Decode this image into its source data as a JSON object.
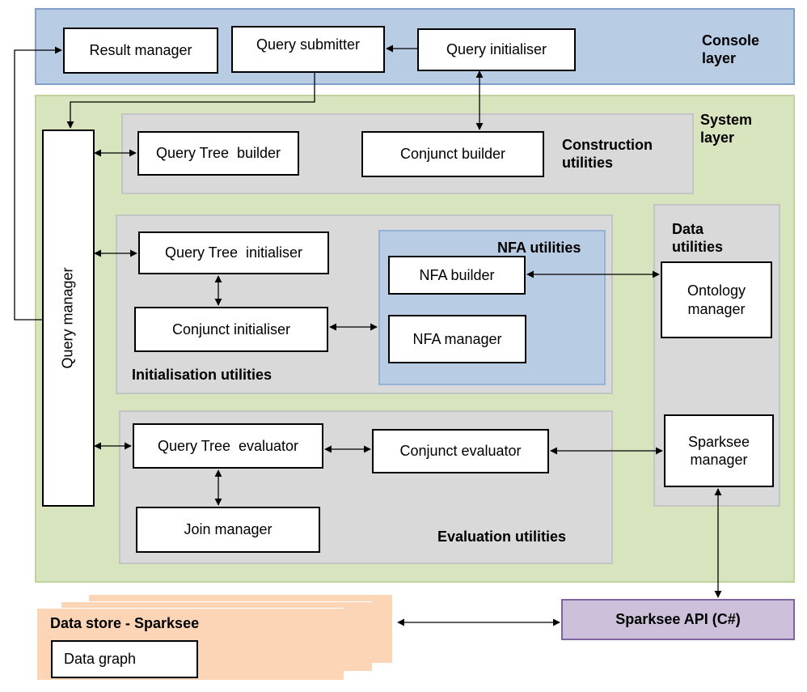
{
  "console_layer": {
    "label": "Console\nlayer",
    "result_manager": "Result manager",
    "query_submitter": "Query submitter",
    "query_initialiser": "Query initialiser"
  },
  "system_layer": {
    "label": "System\nlayer",
    "query_manager": "Query manager",
    "construction": {
      "label": "Construction\nutilities",
      "query_tree_builder": "Query Tree  builder",
      "conjunct_builder": "Conjunct builder"
    },
    "initialisation": {
      "label": "Initialisation utilities",
      "query_tree_initialiser": "Query Tree  initialiser",
      "conjunct_initialiser": "Conjunct initialiser"
    },
    "nfa": {
      "label": "NFA utilities",
      "nfa_builder": "NFA builder",
      "nfa_manager": "NFA manager"
    },
    "evaluation": {
      "label": "Evaluation utilities",
      "query_tree_evaluator": "Query Tree  evaluator",
      "conjunct_evaluator": "Conjunct evaluator",
      "join_manager": "Join manager"
    },
    "data_utilities": {
      "label": "Data\nutilities",
      "ontology_manager": "Ontology\nmanager",
      "sparksee_manager": "Sparksee\nmanager"
    }
  },
  "data_store": {
    "label": "Data store - Sparksee",
    "data_graph": "Data graph"
  },
  "sparksee_api": "Sparksee API (C#)",
  "colors": {
    "console_layer": "#b8cce4",
    "system_layer": "#d7e4bd",
    "utility_group": "#d9d9d9",
    "nfa_group": "#b8cce4",
    "api": "#ccc0da",
    "data_store": "#fbd5b5"
  }
}
